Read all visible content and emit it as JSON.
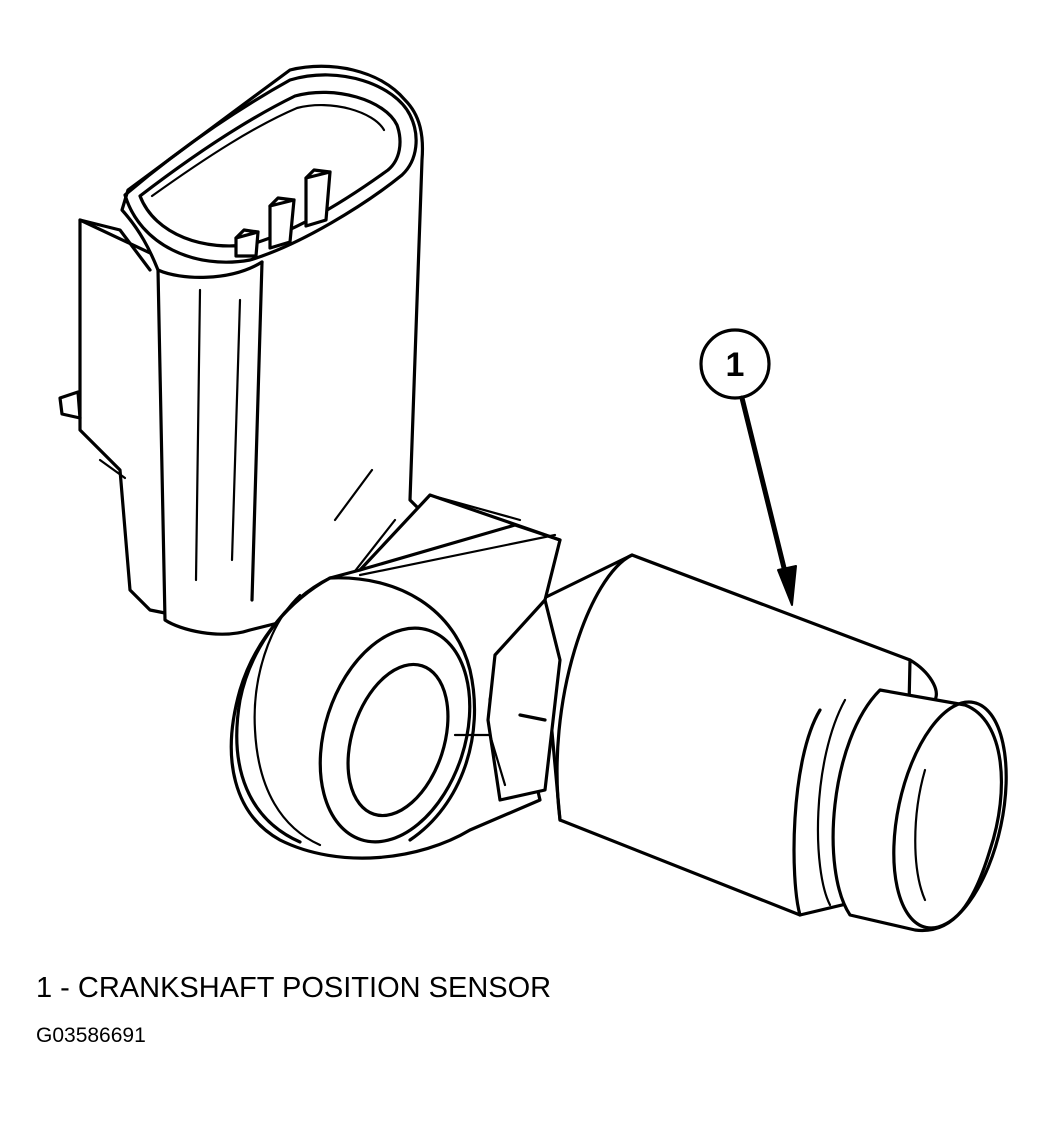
{
  "diagram": {
    "callouts": [
      {
        "number": "1"
      }
    ]
  },
  "legend": {
    "items": [
      {
        "text": "1 - CRANKSHAFT POSITION SENSOR"
      }
    ]
  },
  "figure_id": "G03586691"
}
